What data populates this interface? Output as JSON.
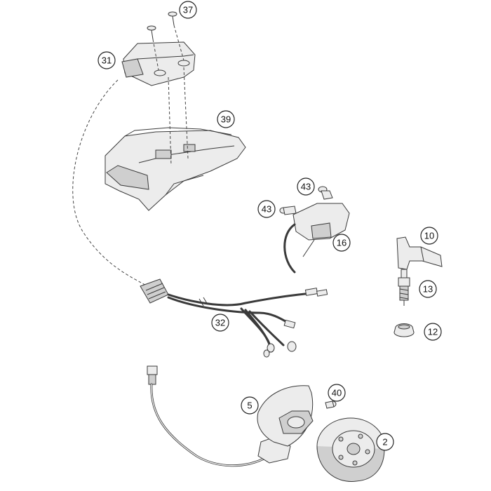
{
  "callouts": [
    {
      "id": "c37",
      "label": "37"
    },
    {
      "id": "c31",
      "label": "31"
    },
    {
      "id": "c39",
      "label": "39"
    },
    {
      "id": "c43a",
      "label": "43"
    },
    {
      "id": "c43b",
      "label": "43"
    },
    {
      "id": "c16",
      "label": "16"
    },
    {
      "id": "c10",
      "label": "10"
    },
    {
      "id": "c13",
      "label": "13"
    },
    {
      "id": "c32",
      "label": "32"
    },
    {
      "id": "c12",
      "label": "12"
    },
    {
      "id": "c40",
      "label": "40"
    },
    {
      "id": "c5",
      "label": "5"
    },
    {
      "id": "c2",
      "label": "2"
    }
  ],
  "colors": {
    "line": "#3a3a3a",
    "fill": "#ececec",
    "background": "#ffffff"
  }
}
